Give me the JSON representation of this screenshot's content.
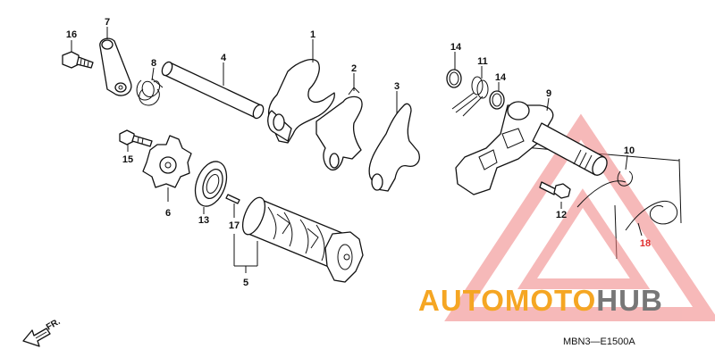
{
  "parts": [
    {
      "id": "1",
      "label": "1"
    },
    {
      "id": "2",
      "label": "2"
    },
    {
      "id": "3",
      "label": "3"
    },
    {
      "id": "4",
      "label": "4"
    },
    {
      "id": "5",
      "label": "5"
    },
    {
      "id": "6",
      "label": "6"
    },
    {
      "id": "7",
      "label": "7"
    },
    {
      "id": "8",
      "label": "8"
    },
    {
      "id": "9",
      "label": "9"
    },
    {
      "id": "10",
      "label": "10"
    },
    {
      "id": "11",
      "label": "11"
    },
    {
      "id": "12",
      "label": "12"
    },
    {
      "id": "13",
      "label": "13"
    },
    {
      "id": "14",
      "label": "14"
    },
    {
      "id": "15",
      "label": "15"
    },
    {
      "id": "16",
      "label": "16"
    },
    {
      "id": "17",
      "label": "17"
    },
    {
      "id": "18",
      "label": "18"
    }
  ],
  "extra_labels": {
    "p14b": "14"
  },
  "direction_label": "FR.",
  "diagram_code": "MBN3—E1500A",
  "watermark": {
    "part1": "AUTOMOTO",
    "part2": "HUB"
  },
  "colors": {
    "label_red": "#e03030",
    "watermark_orange": "#f5a623",
    "watermark_gray": "#777777",
    "triangle_red": "#f08080"
  }
}
